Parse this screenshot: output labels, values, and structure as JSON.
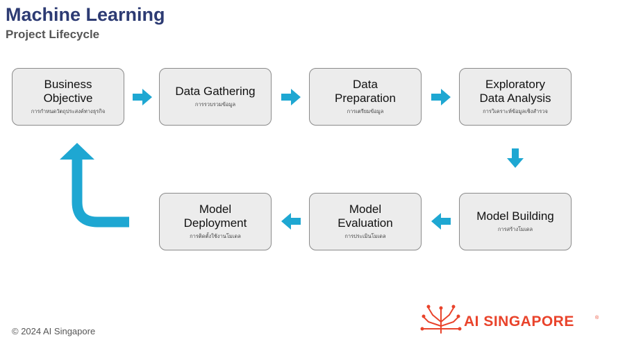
{
  "header": {
    "title": "Machine Learning",
    "subtitle": "Project Lifecycle"
  },
  "nodes": [
    {
      "en": "Business\nObjective",
      "th": "การกำหนดวัตถุประสงค์ทางธุรกิจ"
    },
    {
      "en": "Data Gathering",
      "th": "การรวบรวมข้อมูล"
    },
    {
      "en": "Data\nPreparation",
      "th": "การเตรียมข้อมูล"
    },
    {
      "en": "Exploratory\nData Analysis",
      "th": "การวิเคราะห์ข้อมูลเชิงสำรวจ"
    },
    {
      "en": "Model Building",
      "th": "การสร้างโมเดล"
    },
    {
      "en": "Model\nEvaluation",
      "th": "การประเมินโมเดล"
    },
    {
      "en": "Model\nDeployment",
      "th": "การติดตั้งใช้งานโมเดล"
    }
  ],
  "colors": {
    "arrow": "#1ea7d2",
    "title": "#2d3b73",
    "logo": "#e9432b"
  },
  "footer": {
    "copyright": "© 2024 AI Singapore"
  },
  "logo": {
    "text": "AI SINGAPORE",
    "registered": "®"
  }
}
